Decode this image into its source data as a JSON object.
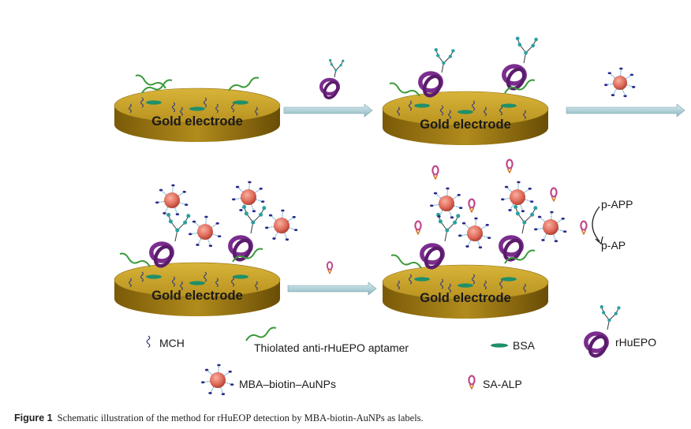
{
  "electrode_label": "Gold electrode",
  "products": {
    "substrate": "p-APP",
    "product": "p-AP"
  },
  "legend": {
    "mch": "MCH",
    "aptamer": "Thiolated anti-rHuEPO aptamer",
    "bsa": "BSA",
    "target": "rHuEPO",
    "nanoparticle": "MBA–biotin–AuNPs",
    "enzyme": "SA-ALP"
  },
  "caption": {
    "label": "Figure 1",
    "text": "Schematic illustration of the method for rHuEOP detection by MBA-biotin-AuNPs as labels."
  },
  "colors": {
    "gold_top": "#c9a227",
    "gold_side": "#8a6a10",
    "arrow": "#a8c8d0",
    "aptamer": "#3a9a3a",
    "bsa": "#1f8f6a",
    "protein": "#7b2d8e",
    "nanoparticle": "#e06a5a",
    "enzyme": "#c0438a"
  }
}
